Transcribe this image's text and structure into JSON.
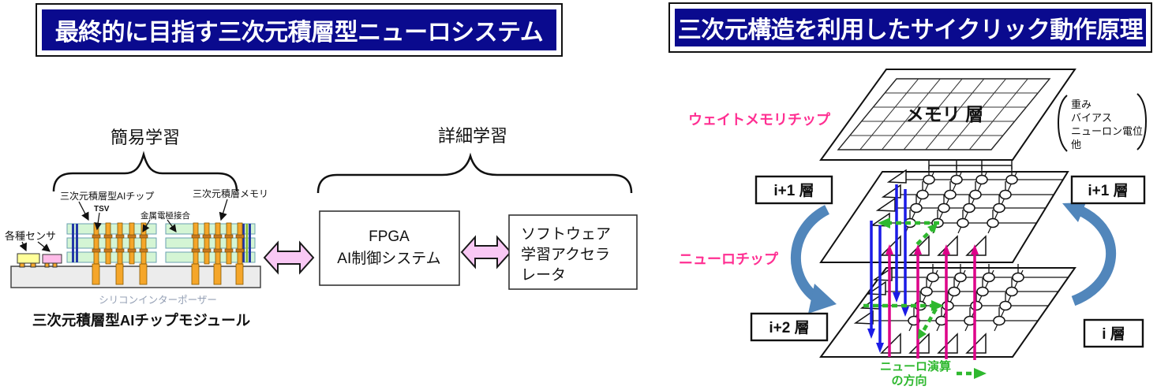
{
  "left_panel": {
    "title": "最終的に目指す三次元積層型ニューロシステム",
    "simple_learning": "簡易学習",
    "detailed_learning": "詳細学習",
    "ai_chip_label": "三次元積層型AIチップ",
    "tsv_label": "TSV",
    "metal_bond_label": "金属電極接合",
    "memory_label": "三次元積層メモリ",
    "sensors_label": "各種センサ",
    "interposer_label": "シリコンインターポーザー",
    "module_caption": "三次元積層型AIチップモジュール",
    "fpga_line1": "FPGA",
    "fpga_line2": "AI制御システム",
    "sw_line1": "ソフトウェア",
    "sw_line2": "学習アクセラ",
    "sw_line3": "レータ"
  },
  "right_panel": {
    "title": "三次元構造を利用したサイクリック動作原理",
    "weight_memory_chip": "ウェイトメモリチップ",
    "memory_layer": "メモリ 層",
    "memory_contents": [
      "重み",
      "バイアス",
      "ニューロン電位",
      "他"
    ],
    "neuro_chip": "ニューロチップ",
    "layer_top_left": "i+1 層",
    "layer_top_right": "i+1 層",
    "layer_bottom_left": "i+2 層",
    "layer_bottom_right": "i 層",
    "direction_line1": "ニューロ演算",
    "direction_line2": "の方向"
  },
  "colors": {
    "title_bg": "#0a0a8e",
    "title_text": "#ffffff",
    "pink_label": "#ff2f92",
    "green_arrow": "#2eb82e",
    "blue_arrow": "#1b1be6",
    "magenta_arrow": "#dd0088",
    "cycle_arrow": "#5186bb",
    "pink_connector_fill": "#f9c8f4",
    "chip_green": "#d4f5d4",
    "via_orange": "#f5a62a",
    "interposer_gray": "#ececec",
    "sensor_yellow": "#ffff99",
    "sensor_pink": "#ffbbe8",
    "stripe_blue": "#2438a8"
  }
}
